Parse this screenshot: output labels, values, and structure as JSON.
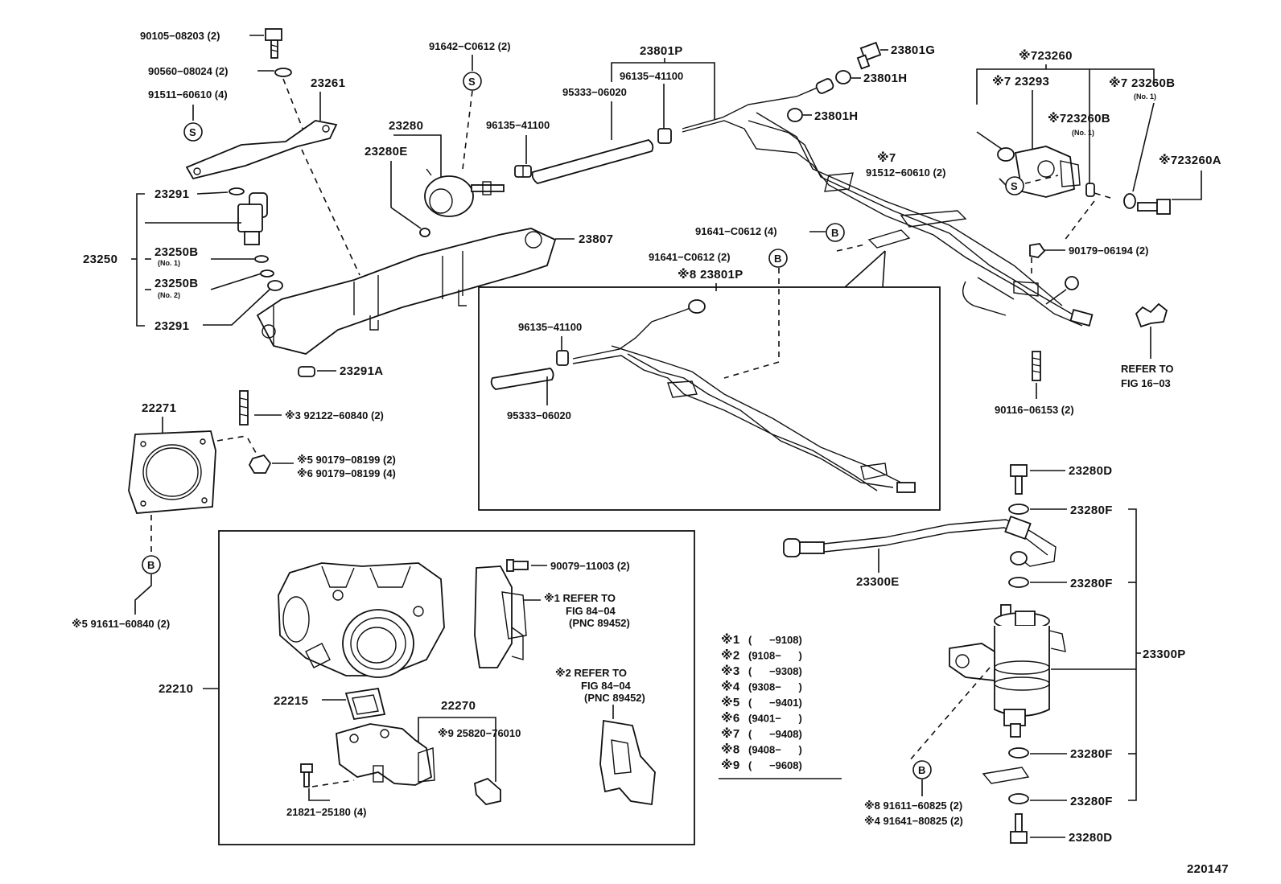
{
  "diagram_id": "220147",
  "labels": {
    "p90105": "90105−08203 (2)",
    "p90560": "90560−08024 (2)",
    "p91511": "91511−60610 (4)",
    "p23261": "23261",
    "p91642": "91642−C0612 (2)",
    "p23801P": "23801P",
    "p96135a": "96135−41100",
    "p95333a": "95333−06020",
    "p23280": "23280",
    "p23280E": "23280E",
    "p96135b": "96135−41100",
    "p23801G": "23801G",
    "p23801Ha": "23801H",
    "p23801Hb": "23801H",
    "p723260": "※723260",
    "p723293": "※7 23293",
    "p723260B1": "※7 23260B",
    "p723260B1no": "(No. 1)",
    "p723260B2": "※723260B",
    "p723260B2no": "(No. 1)",
    "p723260A": "※723260A",
    "p7": "※7",
    "p91512": "91512−60610 (2)",
    "p23291a": "23291",
    "p23250": "23250",
    "p23250B1": "23250B",
    "p23250B1no": "(No. 1)",
    "p23250B2": "23250B",
    "p23250B2no": "(No. 2)",
    "p23291b": "23291",
    "p23807": "23807",
    "p91641a": "91641−C0612 (4)",
    "p91641b": "91641−C0612 (2)",
    "p823801P": "※8 23801P",
    "p90179_06194": "90179−06194 (2)",
    "p96135c": "96135−41100",
    "p95333b": "95333−06020",
    "p23291A": "23291A",
    "p22271": "22271",
    "p392122": "※3 92122−60840 (2)",
    "p590179": "※5 90179−08199 (2)",
    "p690179": "※6 90179−08199 (4)",
    "refer16a": "REFER TO",
    "refer16b": "FIG 16−03",
    "p90116": "90116−06153 (2)",
    "p23280D_top": "23280D",
    "p23280F_a": "23280F",
    "p23300E": "23300E",
    "p23280F_b": "23280F",
    "p591611": "※5 91611−60840 (2)",
    "p90079": "90079−11003 (2)",
    "refer84a1": "※1 REFER TO",
    "refer84a2": "FIG 84−04",
    "refer84a3": "(PNC 89452)",
    "p22210": "22210",
    "p22215": "22215",
    "p22270": "22270",
    "p925820": "※9 25820−76010",
    "p21821": "21821−25180 (4)",
    "refer84b1": "※2 REFER TO",
    "refer84b2": "FIG 84−04",
    "refer84b3": "(PNC 89452)",
    "p23300P": "23300P",
    "p23280F_c": "23280F",
    "p23280F_d": "23280F",
    "p891611": "※8 91611−60825 (2)",
    "p491641": "※4 91641−80825 (2)",
    "p23280D_bot": "23280D",
    "circle_s": "S",
    "circle_b": "B"
  },
  "legend": [
    {
      "mark": "※1",
      "range": "(      −9108)"
    },
    {
      "mark": "※2",
      "range": "(9108−      )"
    },
    {
      "mark": "※3",
      "range": "(      −9308)"
    },
    {
      "mark": "※4",
      "range": "(9308−      )"
    },
    {
      "mark": "※5",
      "range": "(      −9401)"
    },
    {
      "mark": "※6",
      "range": "(9401−      )"
    },
    {
      "mark": "※7",
      "range": "(      −9408)"
    },
    {
      "mark": "※8",
      "range": "(9408−      )"
    },
    {
      "mark": "※9",
      "range": "(      −9608)"
    }
  ]
}
